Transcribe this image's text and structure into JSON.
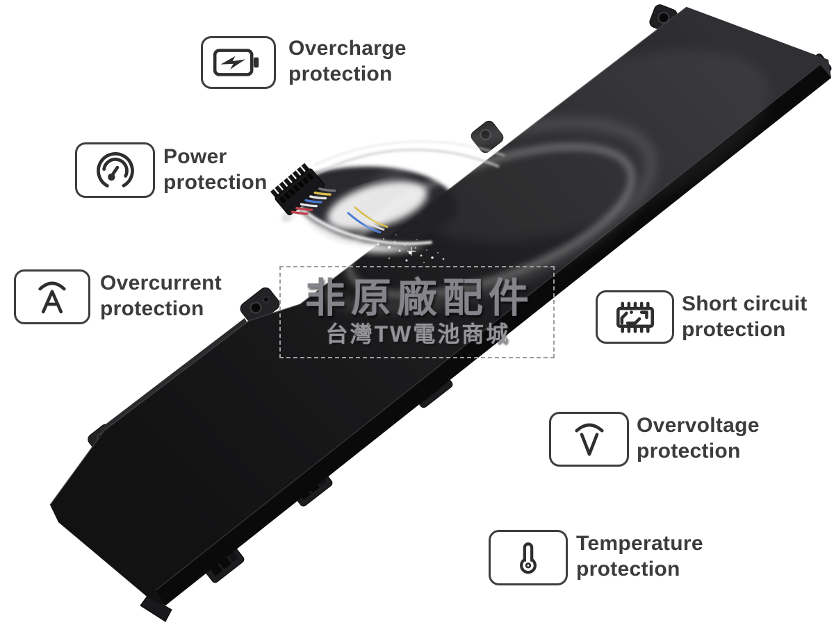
{
  "watermark": {
    "line1": "非原廠配件",
    "line2": "台灣TW電池商城"
  },
  "features": [
    {
      "icon": "battery-charge-icon",
      "line1": "Overcharge",
      "line2": "protection"
    },
    {
      "icon": "power-gauge-icon",
      "line1": "Power",
      "line2": "protection"
    },
    {
      "icon": "overcurrent-ampere-icon",
      "line1": "Overcurrent",
      "line2": "protection"
    },
    {
      "icon": "short-circuit-chip-icon",
      "line1": "Short circuit",
      "line2": "protection"
    },
    {
      "icon": "overvoltage-icon",
      "line1": "Overvoltage",
      "line2": "protection"
    },
    {
      "icon": "temperature-thermometer-icon",
      "line1": "Temperature",
      "line2": "protection"
    }
  ],
  "colors": {
    "background": "#ffffff",
    "label_text": "#3c3c3c",
    "icon_stroke": "#2e2e2e",
    "box_border": "#3e3e3e",
    "battery_face": "#1f1f21",
    "battery_edge": "#0a0a0b",
    "watermark_text": "#84848a",
    "wires": [
      "#c0444e",
      "#c0444e",
      "#e4e4e7",
      "#4a7bd0",
      "#e4e4e7",
      "#d9bd49",
      "#6f7378"
    ]
  }
}
